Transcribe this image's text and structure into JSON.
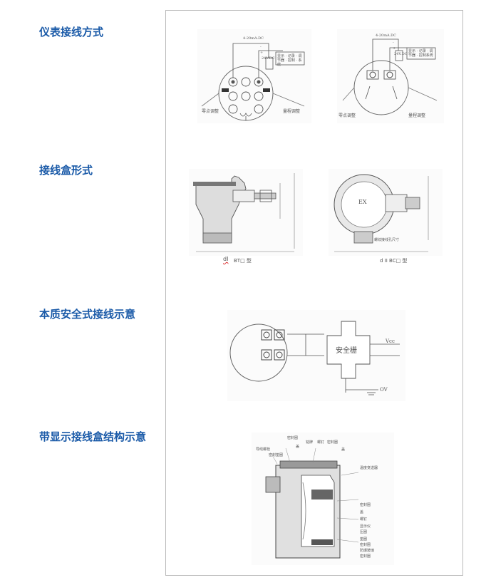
{
  "sections": {
    "wiring_method": {
      "title": "仪表接线方式"
    },
    "junction_box": {
      "title": "接线盒形式"
    },
    "intrinsic_safety": {
      "title": "本质安全式接线示意"
    },
    "display_box": {
      "title": "带显示接线盒结构示意"
    }
  },
  "diagram1": {
    "left": {
      "current_label": "4-20mA.DC",
      "minus_label": "-",
      "plus_label": "+",
      "voltage_label": "24V.DC",
      "load_label": "显示 · 记录 · 调节器 · 控制 · 系统",
      "zero_label": "零点调整",
      "span_label": "量程调整"
    },
    "right": {
      "current_label": "4-20mA.DC",
      "minus_label": "-",
      "plus_label": "+",
      "voltage_label": "24V.DC",
      "load_label": "显示 · 记录 · 调节器 · 控制系统",
      "zero_label": "零点调整",
      "span_label": "量程调整"
    }
  },
  "diagram2": {
    "left_caption_a": "dI",
    "left_caption_b": "BT□ 型",
    "right_caption": "d II BC□ 型",
    "right_note": "螺纹接线孔尺寸",
    "right_ex": "EX"
  },
  "diagram3": {
    "barrier_label": "安全栅",
    "vcc_label": "Vcc",
    "ov_label": "OV"
  },
  "diagram4": {
    "labels_top": [
      "密封圈",
      "导线螺栓",
      "密封垫圈",
      "盖",
      "铭牌",
      "螺钉",
      "密封圈",
      "盖"
    ],
    "labels_right": [
      "温度变送器",
      "密封圈",
      "盖",
      "螺钉",
      "显示仪",
      "压圈",
      "垫圈",
      "密封圈",
      "防爆玻璃",
      "密封圈"
    ]
  }
}
